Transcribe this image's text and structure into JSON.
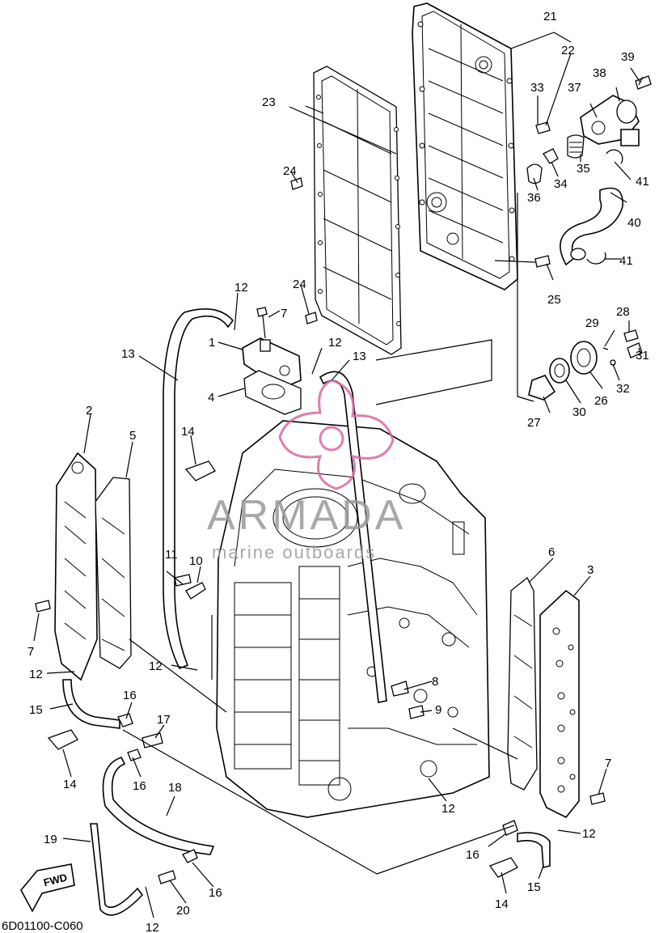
{
  "diagram": {
    "code": "6D01100-C060",
    "direction_badge": "FWD",
    "colors": {
      "watermark": "#d56aa3",
      "watermark_text": "#9a9a9a",
      "line": "#000000"
    },
    "watermark": {
      "brand": "ARMADA",
      "tagline": "marine outboards"
    },
    "labels": [
      "1",
      "2",
      "3",
      "4",
      "5",
      "6",
      "7",
      "8",
      "9",
      "10",
      "11",
      "12",
      "13",
      "14",
      "15",
      "16",
      "17",
      "18",
      "19",
      "20",
      "21",
      "22",
      "23",
      "24",
      "25",
      "26",
      "27",
      "28",
      "29",
      "30",
      "31",
      "32",
      "33",
      "34",
      "35",
      "36",
      "37",
      "38",
      "39",
      "40",
      "41"
    ]
  }
}
